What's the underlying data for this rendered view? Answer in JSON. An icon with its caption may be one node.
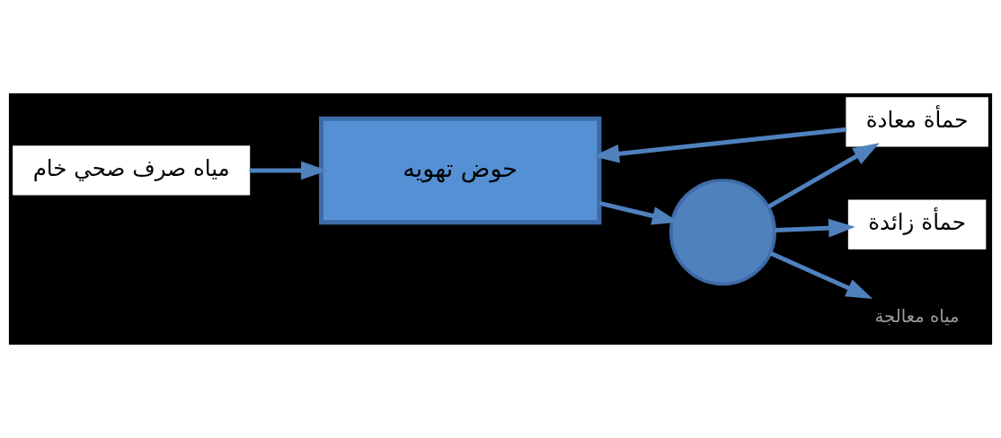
{
  "diagram": {
    "nodes": [
      {
        "text": [
          "مياه صرف صحي خام"
        ]
      },
      {
        "text": [
          "حمأة معادة"
        ]
      },
      {
        "text": [
          "حمأة زائدة"
        ]
      },
      {
        "text": [
          "حوض تهويه"
        ]
      },
      {
        "text": [],
        "shape": "circle"
      },
      {
        "text": [
          "مياه معالجة"
        ]
      }
    ],
    "edges": [
      {
        "from": 0,
        "to": 3,
        "arrow": "to"
      },
      {
        "from": 3,
        "to": 4,
        "arrow": "to"
      },
      {
        "from": 4,
        "to": 1,
        "arrow": "to"
      },
      {
        "from": 1,
        "to": 3,
        "arrow": "to"
      },
      {
        "from": 4,
        "to": 2,
        "arrow": "to"
      },
      {
        "from": 4,
        "to": 5,
        "arrow": "to"
      }
    ]
  }
}
